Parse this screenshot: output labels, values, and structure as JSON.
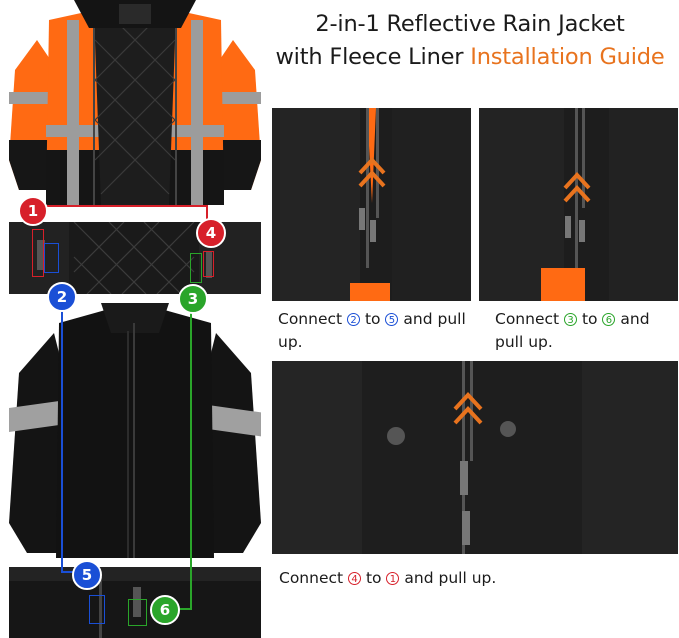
{
  "title": {
    "line1": "2-in-1 Reflective Rain Jacket",
    "line2": "with Fleece Liner",
    "accent": "Installation Guide"
  },
  "callouts": {
    "c1": "1",
    "c2": "2",
    "c3": "3",
    "c4": "4",
    "c5": "5",
    "c6": "6"
  },
  "captions": {
    "step_a": {
      "pre": "Connect",
      "from": "2",
      "mid": "to",
      "to": "5",
      "post": "and pull up."
    },
    "step_b": {
      "pre": "Connect",
      "from": "3",
      "mid": "to",
      "to": "6",
      "post": "and pull up."
    },
    "step_c": {
      "pre": "Connect",
      "from": "4",
      "mid": "to",
      "to": "1",
      "post": "and pull up."
    }
  },
  "colors": {
    "accent": "#e8731e",
    "callout_red": "#d7202a",
    "callout_blue": "#1a4fd6",
    "callout_green": "#2aa52a",
    "hivis_orange": "#ff6a13"
  }
}
